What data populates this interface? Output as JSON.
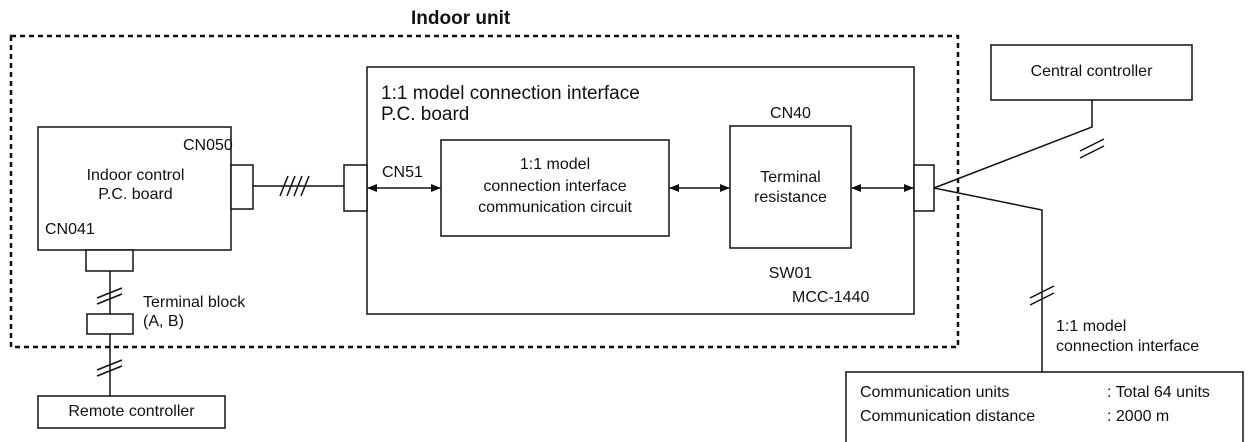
{
  "indoor_unit": {
    "title": "Indoor unit"
  },
  "indoor_control_board": {
    "connector_top": "CN050",
    "connector_bottom": "CN041",
    "name_line1": "Indoor control",
    "name_line2": "P.C. board"
  },
  "terminal_block": {
    "label_line1": "Terminal block",
    "label_line2": "(A, B)"
  },
  "remote_controller": {
    "label": "Remote controller"
  },
  "interface_board": {
    "title_line1": "1:1 model connection interface",
    "title_line2": "P.C. board",
    "model": "MCC-1440",
    "connector_cn51": "CN51",
    "comm_circuit": {
      "line1": "1:1 model",
      "line2": "connection interface",
      "line3": "communication circuit"
    },
    "terminal_resistance": {
      "connector_top": "CN40",
      "switch_bottom": "SW01",
      "line1": "Terminal",
      "line2": "resistance"
    }
  },
  "central_controller": {
    "label": "Central controller"
  },
  "connection_label": {
    "line1": "1:1 model",
    "line2": "connection interface"
  },
  "spec_box": {
    "rows": [
      {
        "label": "Communication units",
        "value": ": Total 64 units"
      },
      {
        "label": "Communication distance",
        "value": ": 2000 m"
      }
    ]
  }
}
